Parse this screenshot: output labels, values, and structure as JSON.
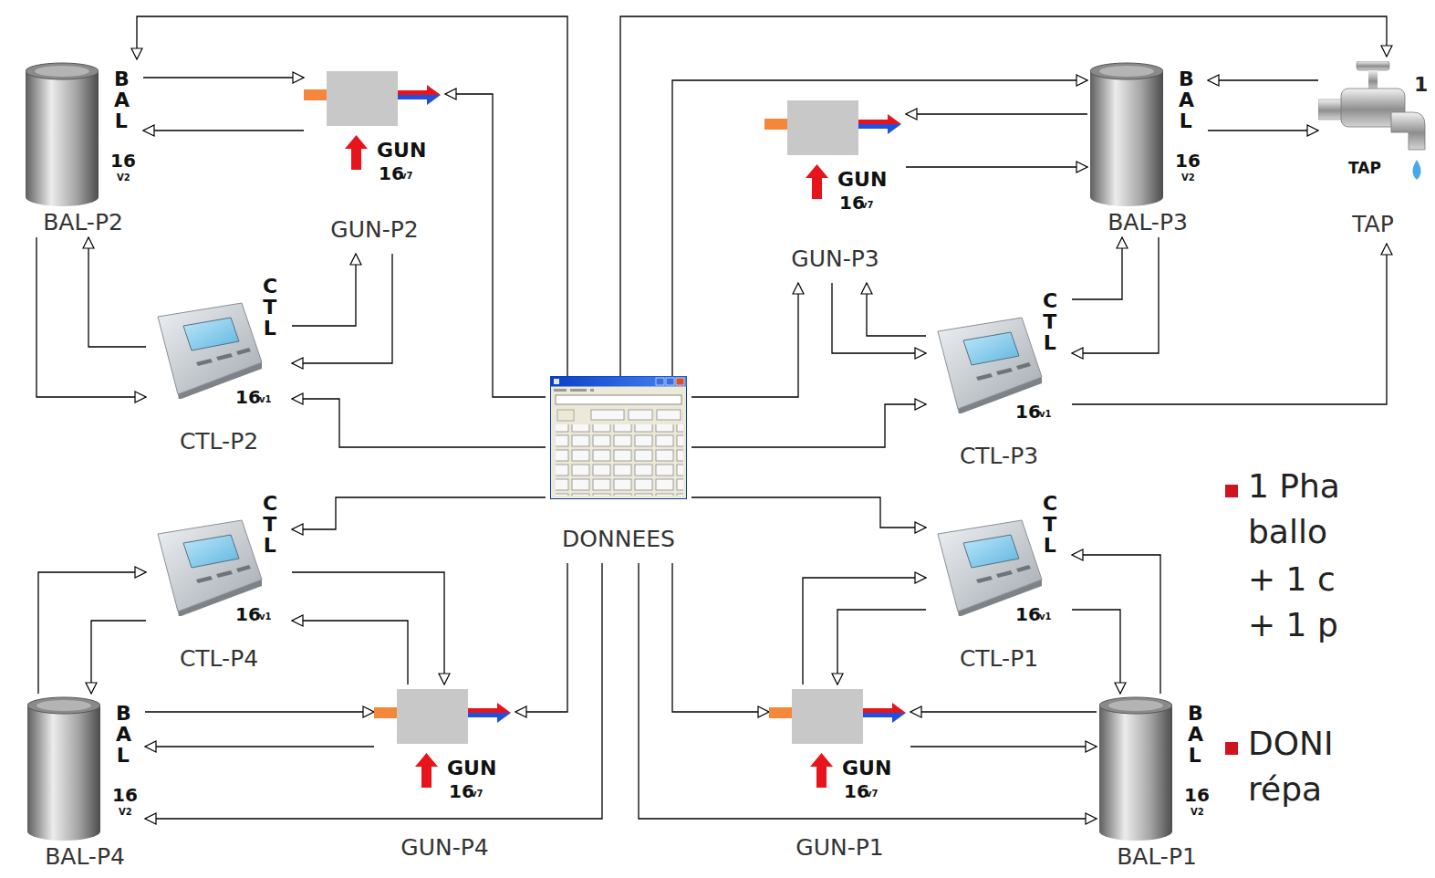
{
  "diagram": {
    "nodes": [
      {
        "text": [
          "BAL",
          "16",
          "V2",
          "BAL-P2"
        ]
      },
      {
        "text": [
          "GUN",
          "16",
          "v7",
          "GUN-P2"
        ]
      },
      {
        "text": [
          "GUN",
          "16",
          "v7",
          "GUN-P3"
        ]
      },
      {
        "text": [
          "BAL",
          "16",
          "V2",
          "BAL-P3"
        ]
      },
      {
        "text": [
          "TAP",
          "TAP"
        ]
      },
      {
        "text": [
          "CTL",
          "16",
          "v1",
          "CTL-P2"
        ]
      },
      {
        "text": [
          "CTL",
          "16",
          "v1",
          "CTL-P3"
        ]
      },
      {
        "text": [
          "DONNEES"
        ]
      },
      {
        "text": [
          "CTL",
          "16",
          "v1",
          "CTL-P4"
        ]
      },
      {
        "text": [
          "CTL",
          "16",
          "v1",
          "CTL-P1"
        ]
      },
      {
        "text": [
          "BAL",
          "16",
          "V2",
          "BAL-P4"
        ]
      },
      {
        "text": [
          "GUN",
          "16",
          "v7",
          "GUN-P4"
        ]
      },
      {
        "text": [
          "GUN",
          "16",
          "v7",
          "GUN-P1"
        ]
      },
      {
        "text": [
          "BAL",
          "16",
          "V2",
          "BAL-P1"
        ]
      }
    ],
    "edges": [
      {
        "from": 7,
        "to": 0,
        "arrow": "to"
      },
      {
        "from": 7,
        "to": 1,
        "arrow": "to"
      },
      {
        "from": 7,
        "to": 4,
        "arrow": "to"
      },
      {
        "from": 7,
        "to": 3,
        "arrow": "to"
      },
      {
        "from": 7,
        "to": 2,
        "arrow": "to"
      },
      {
        "from": 7,
        "to": 5,
        "arrow": "to"
      },
      {
        "from": 7,
        "to": 6,
        "arrow": "to"
      },
      {
        "from": 7,
        "to": 8,
        "arrow": "to"
      },
      {
        "from": 7,
        "to": 9,
        "arrow": "to"
      },
      {
        "from": 7,
        "to": 11,
        "arrow": "to"
      },
      {
        "from": 7,
        "to": 10,
        "arrow": "to"
      },
      {
        "from": 7,
        "to": 13,
        "arrow": "to"
      },
      {
        "from": 7,
        "to": 12,
        "arrow": "to"
      },
      {
        "from": 0,
        "to": 1,
        "arrow": "to"
      },
      {
        "from": 1,
        "to": 0,
        "arrow": "to"
      },
      {
        "from": 0,
        "to": 5,
        "arrow": "to"
      },
      {
        "from": 5,
        "to": 0,
        "arrow": "to"
      },
      {
        "from": 5,
        "to": 1,
        "arrow": "to"
      },
      {
        "from": 1,
        "to": 5,
        "arrow": "to"
      },
      {
        "from": 3,
        "to": 2,
        "arrow": "to"
      },
      {
        "from": 2,
        "to": 3,
        "arrow": "to"
      },
      {
        "from": 6,
        "to": 3,
        "arrow": "to"
      },
      {
        "from": 3,
        "to": 6,
        "arrow": "to"
      },
      {
        "from": 2,
        "to": 6,
        "arrow": "to"
      },
      {
        "from": 6,
        "to": 2,
        "arrow": "to"
      },
      {
        "from": 4,
        "to": 3,
        "arrow": "to"
      },
      {
        "from": 3,
        "to": 4,
        "arrow": "to"
      },
      {
        "from": 6,
        "to": 4,
        "arrow": "to"
      },
      {
        "from": 10,
        "to": 11,
        "arrow": "to"
      },
      {
        "from": 11,
        "to": 10,
        "arrow": "to"
      },
      {
        "from": 10,
        "to": 8,
        "arrow": "to"
      },
      {
        "from": 8,
        "to": 10,
        "arrow": "to"
      },
      {
        "from": 8,
        "to": 11,
        "arrow": "to"
      },
      {
        "from": 11,
        "to": 8,
        "arrow": "to"
      },
      {
        "from": 13,
        "to": 12,
        "arrow": "to"
      },
      {
        "from": 12,
        "to": 13,
        "arrow": "to"
      },
      {
        "from": 12,
        "to": 9,
        "arrow": "to"
      },
      {
        "from": 9,
        "to": 12,
        "arrow": "to"
      },
      {
        "from": 13,
        "to": 9,
        "arrow": "to"
      },
      {
        "from": 9,
        "to": 13,
        "arrow": "to"
      }
    ],
    "labels": [
      "1",
      "1 Pha",
      "ballo",
      "+ 1 c",
      "+ 1 p",
      "DONI",
      "répa"
    ]
  }
}
